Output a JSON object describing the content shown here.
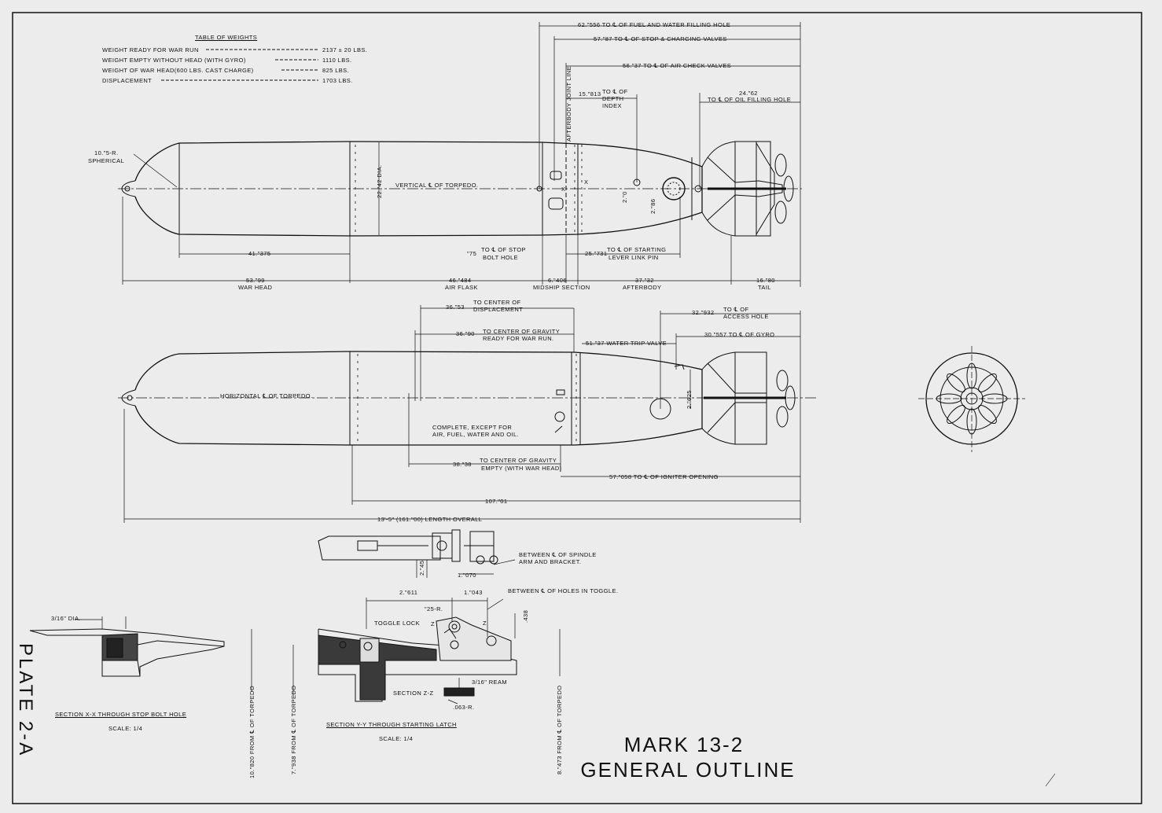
{
  "weights_table": {
    "title": "TABLE OF WEIGHTS",
    "rows": [
      {
        "label": "WEIGHT READY FOR WAR RUN",
        "value": "2137 ± 20 LBS."
      },
      {
        "label": "WEIGHT EMPTY WITHOUT HEAD (WITH GYRO)",
        "value": "1110 LBS."
      },
      {
        "label": "WEIGHT OF WAR HEAD(600 LBS. CAST CHARGE)",
        "value": "825 LBS."
      },
      {
        "label": "DISPLACEMENT",
        "value": "1703 LBS."
      }
    ]
  },
  "top_view": {
    "nose_radius": "10.\"5-R.",
    "nose_type": "SPHERICAL",
    "diameter": "22.\"42 DIA.",
    "centerline": "VERTICAL ℄ OF TORPEDO.",
    "joint_line": "AFTERBODY JOINT LINE",
    "dim_fuel_hole": "62.\"556 TO ℄ OF FUEL AND WATER FILLING HOLE",
    "dim_stop_valves": "57.\"87 TO ℄ OF STOP & CHARGING VALVES",
    "dim_air_check": "56.\"37 TO ℄ OF AIR CHECK VALVES",
    "dim_depth_index_value": "15.\"813",
    "dim_depth_index_label": "TO ℄ OF DEPTH INDEX",
    "dim_oil_hole_value": "24.\"62",
    "dim_oil_hole_label": "TO ℄ OF OIL FILLING HOLE",
    "dim_warhead_inner": "41.\"375",
    "dim_bolt_value": "\"75",
    "dim_bolt_label_1": "TO ℄ OF STOP",
    "dim_bolt_label_2": "BOLT HOLE",
    "dim_lever_value": "25.\"731",
    "dim_lever_label_1": "TO ℄ OF STARTING",
    "dim_lever_label_2": "LEVER LINK PIN",
    "small_dim_1": "2.\"0",
    "small_dim_2": "2.\"86",
    "marker_x": "X",
    "segments": [
      {
        "value": "53.\"99",
        "label": "WAR HEAD"
      },
      {
        "value": "46.\"484",
        "label": "AIR FLASK"
      },
      {
        "value": "6.\"406",
        "label": "MIDSHIP SECTION"
      },
      {
        "value": "37.\"32",
        "label": "AFTERBODY"
      },
      {
        "value": "16.\"80",
        "label": "TAIL"
      }
    ]
  },
  "side_view": {
    "centerline": "HORIZONTAL ℄ OF TORPEDO.",
    "displacement_value": "36.\"53",
    "displacement_label_1": "TO CENTER OF",
    "displacement_label_2": "DISPLACEMENT",
    "gravity_war_value": "36.\"90",
    "gravity_war_label_1": "TO CENTER OF GRAVITY",
    "gravity_war_label_2": "READY FOR WAR RUN.",
    "access_value": "32.\"932",
    "access_label_1": "TO ℄ OF",
    "access_label_2": "ACCESS HOLE",
    "gyro": "30.\"557 TO ℄ OF GYRO",
    "trip_valve": "51.\"37 WATER TRIP VALVE",
    "small_dim": "2.\"625",
    "complete_note_1": "COMPLETE, EXCEPT FOR",
    "complete_note_2": "AIR, FUEL, WATER AND OIL.",
    "gravity_empty_value": "38.\"38",
    "gravity_empty_label_1": "TO CENTER OF GRAVITY",
    "gravity_empty_label_2": "EMPTY (WITH WAR HEAD)",
    "igniter": "57.\"058 TO ℄ OF IGNITER OPENING",
    "dim_107": "107.\"01",
    "overall": "13'-5\" (161.\"00) LENGTH OVERALL"
  },
  "spindle_detail": {
    "note_1": "BETWEEN ℄ OF SPINDLE",
    "note_2": "ARM AND BRACKET.",
    "dim_h": "1.\"070",
    "dim_v": "2.\"45"
  },
  "section_x": {
    "dia": "3/16\" DIA.",
    "label": "SECTION X-X THROUGH STOP BOLT HOLE",
    "scale": "SCALE: 1/4",
    "vertical_note": "10.\"820 FROM ℄ OF TORPEDO"
  },
  "section_y": {
    "dim_a": "2.\"611",
    "dim_b": "1.\"043",
    "holes_note": "BETWEEN ℄ OF HOLES IN TOGGLE.",
    "radius": "\"25-R.",
    "toggle_lock": "TOGGLE LOCK",
    "marker_z": "Z",
    "dim_c": ".438",
    "ream": "3/16\" REAM",
    "section_zz": "SECTION Z-Z",
    "radius_2": ".063-R.",
    "label": "SECTION Y-Y THROUGH STARTING LATCH",
    "scale": "SCALE: 1/4",
    "vertical_note_1": "7.\"938 FROM ℄ OF TORPEDO",
    "vertical_note_2": "8.\"473 FROM ℄ OF TORPEDO"
  },
  "title_block": {
    "line_1": "MARK 13-2",
    "line_2": "GENERAL OUTLINE"
  },
  "plate": "PLATE 2-A"
}
